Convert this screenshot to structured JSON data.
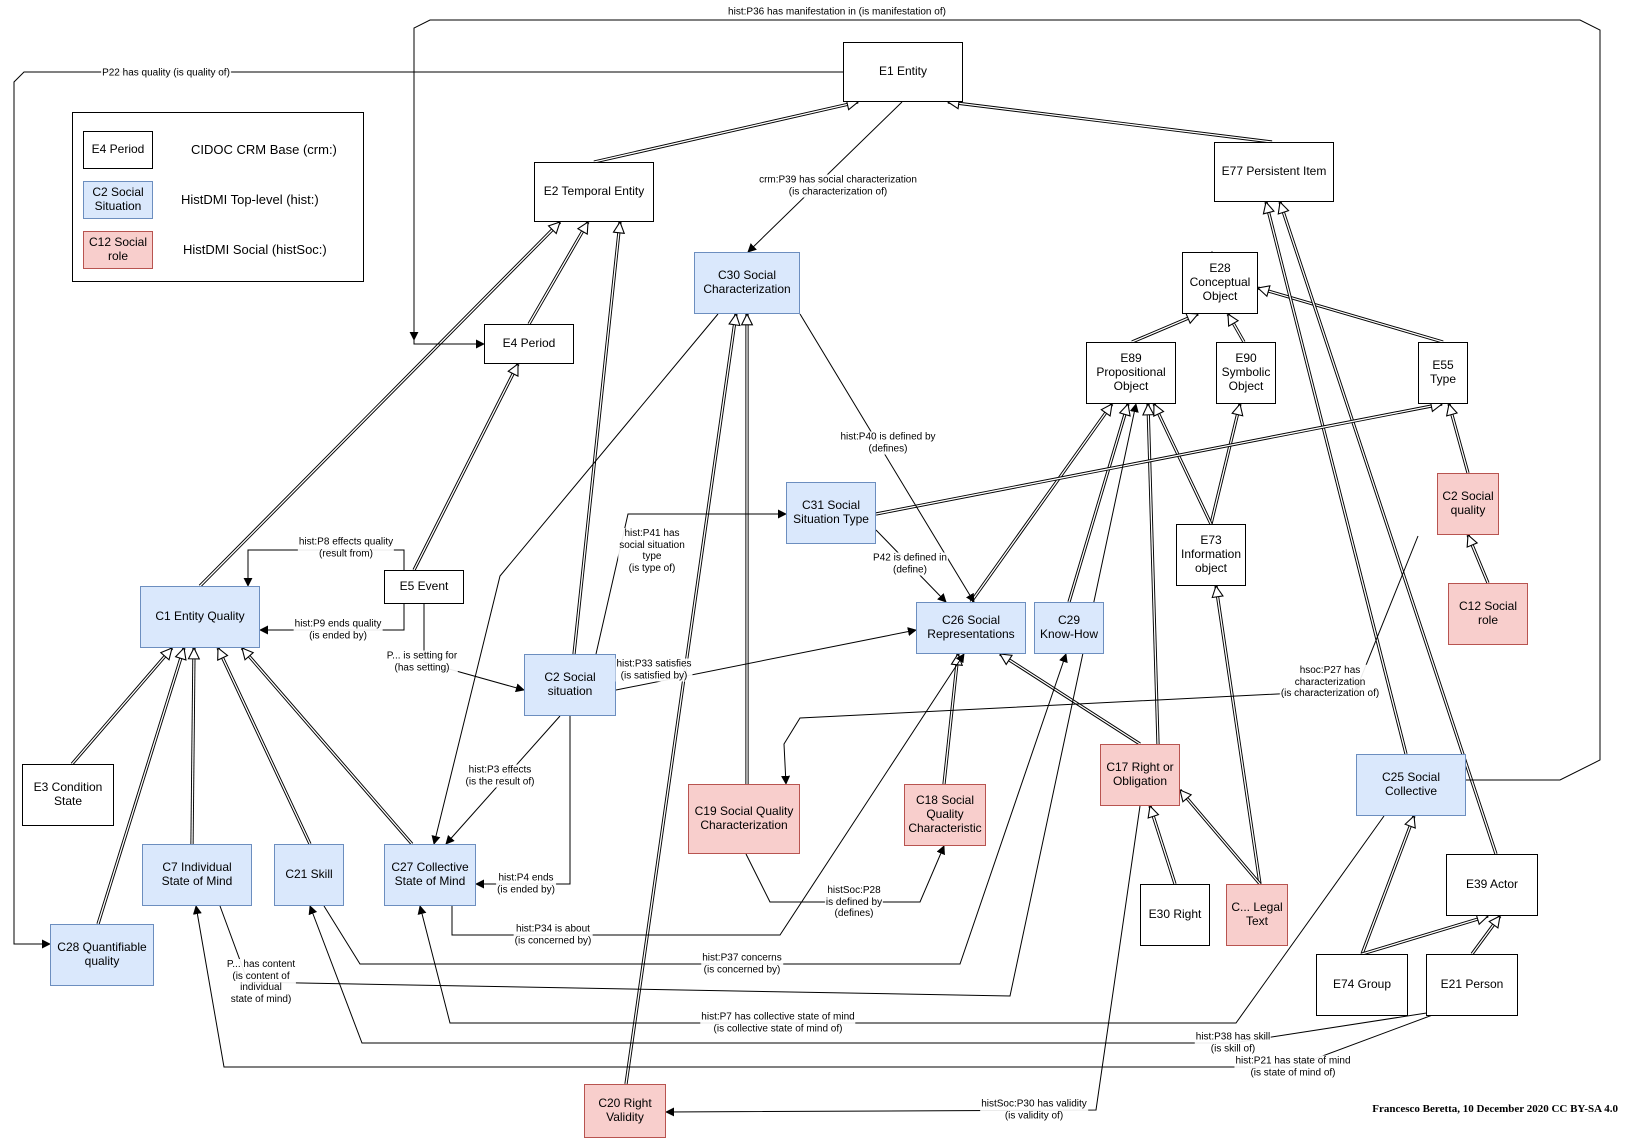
{
  "legend": {
    "swatch_base": "E4 Period",
    "swatch_hist": "C2 Social\nSituation",
    "swatch_soc": "C12 Social\nrole",
    "label_base": "CIDOC CRM Base (crm:)",
    "label_hist": "HistDMI Top-level (hist:)",
    "label_soc": "HistDMI Social (histSoc:)"
  },
  "colors": {
    "base_fill": "#ffffff",
    "hist_fill": "#dae8fc",
    "hist_border": "#6c8ebf",
    "soc_fill": "#f8cecc",
    "soc_border": "#b85450",
    "line": "#000000"
  },
  "nodes": [
    {
      "id": "e1",
      "label": "E1 Entity",
      "style": "base"
    },
    {
      "id": "e2",
      "label": "E2 Temporal Entity",
      "style": "base"
    },
    {
      "id": "e77",
      "label": "E77 Persistent Item",
      "style": "base"
    },
    {
      "id": "e4",
      "label": "E4 Period",
      "style": "base"
    },
    {
      "id": "e28",
      "label": "E28\nConceptual\nObject",
      "style": "base"
    },
    {
      "id": "e89",
      "label": "E89\nPropositional\nObject",
      "style": "base"
    },
    {
      "id": "e90",
      "label": "E90\nSymbolic\nObject",
      "style": "base"
    },
    {
      "id": "e55",
      "label": "E55\nType",
      "style": "base"
    },
    {
      "id": "c30",
      "label": "C30 Social\nCharacterization",
      "style": "hist"
    },
    {
      "id": "c31",
      "label": "C31 Social\nSituation Type",
      "style": "hist"
    },
    {
      "id": "e5",
      "label": "E5 Event",
      "style": "base"
    },
    {
      "id": "c1",
      "label": "C1 Entity Quality",
      "style": "hist"
    },
    {
      "id": "e73",
      "label": "E73\nInformation\nobject",
      "style": "base"
    },
    {
      "id": "c2q",
      "label": "C2 Social\nquality",
      "style": "soc"
    },
    {
      "id": "c12",
      "label": "C12 Social\nrole",
      "style": "soc"
    },
    {
      "id": "c26",
      "label": "C26 Social\nRepresentations",
      "style": "hist"
    },
    {
      "id": "c29",
      "label": "C29\nKnow-How",
      "style": "hist"
    },
    {
      "id": "c2s",
      "label": "C2 Social\nsituation",
      "style": "hist"
    },
    {
      "id": "e3",
      "label": "E3 Condition\nState",
      "style": "base"
    },
    {
      "id": "c17",
      "label": "C17 Right or\nObligation",
      "style": "soc"
    },
    {
      "id": "c25",
      "label": "C25 Social\nCollective",
      "style": "hist"
    },
    {
      "id": "c19",
      "label": "C19 Social Quality\nCharacterization",
      "style": "soc"
    },
    {
      "id": "c18",
      "label": "C18 Social\nQuality\nCharacteristic",
      "style": "soc"
    },
    {
      "id": "c7",
      "label": "C7 Individual\nState of Mind",
      "style": "hist"
    },
    {
      "id": "c21",
      "label": "C21 Skill",
      "style": "hist"
    },
    {
      "id": "c27",
      "label": "C27 Collective\nState of Mind",
      "style": "hist"
    },
    {
      "id": "e39",
      "label": "E39 Actor",
      "style": "base"
    },
    {
      "id": "e30",
      "label": "E30 Right",
      "style": "base"
    },
    {
      "id": "cleg",
      "label": "C... Legal\nText",
      "style": "soc"
    },
    {
      "id": "c28",
      "label": "C28 Quantifiable\nquality",
      "style": "hist"
    },
    {
      "id": "e74",
      "label": "E74 Group",
      "style": "base"
    },
    {
      "id": "e21",
      "label": "E21 Person",
      "style": "base"
    },
    {
      "id": "c20",
      "label": "C20 Right\nValidity",
      "style": "soc"
    }
  ],
  "edge_labels": [
    {
      "id": "p36",
      "text": "hist:P36 has manifestation in (is manifestation of)"
    },
    {
      "id": "p22",
      "text": "P22 has quality (is quality of)"
    },
    {
      "id": "p39",
      "text": "crm:P39 has social characterization\n(is characterization of)"
    },
    {
      "id": "p40",
      "text": "hist:P40 is defined by\n(defines)"
    },
    {
      "id": "p8",
      "text": "hist:P8 effects quality\n(result from)"
    },
    {
      "id": "p41",
      "text": "hist:P41 has\nsocial situation\ntype\n(is type of)"
    },
    {
      "id": "p42",
      "text": "P42 is defined in\n(define)"
    },
    {
      "id": "p9",
      "text": "hist:P9 ends quality\n(is ended by)"
    },
    {
      "id": "psetting",
      "text": "P... is setting for\n(has setting)"
    },
    {
      "id": "p33",
      "text": "hist:P33 satisfies\n(is satisfied by)"
    },
    {
      "id": "p27",
      "text": "hsoc:P27 has\ncharacterization\n(is characterization of)"
    },
    {
      "id": "p3",
      "text": "hist:P3 effects\n(is the result of)"
    },
    {
      "id": "p4",
      "text": "hist:P4 ends\n(is ended by)"
    },
    {
      "id": "p28",
      "text": "histSoc:P28\nis defined by\n(defines)"
    },
    {
      "id": "p34",
      "text": "hist:P34 is about\n(is concerned by)"
    },
    {
      "id": "pcontent",
      "text": "P... has content\n(is content of\nindividual\nstate of mind)"
    },
    {
      "id": "p37",
      "text": "hist:P37 concerns\n(is concerned by)"
    },
    {
      "id": "p7",
      "text": "hist:P7 has collective state of mind\n(is collective state of mind of)"
    },
    {
      "id": "p38",
      "text": "hist:P38 has skill\n(is skill of)"
    },
    {
      "id": "p21",
      "text": "hist:P21 has state of mind\n(is state of mind of)"
    },
    {
      "id": "p30",
      "text": "histSoc:P30 has validity\n(is validity of)"
    }
  ],
  "credit": "Francesco Beretta, 10 December 2020 CC BY-SA 4.0"
}
